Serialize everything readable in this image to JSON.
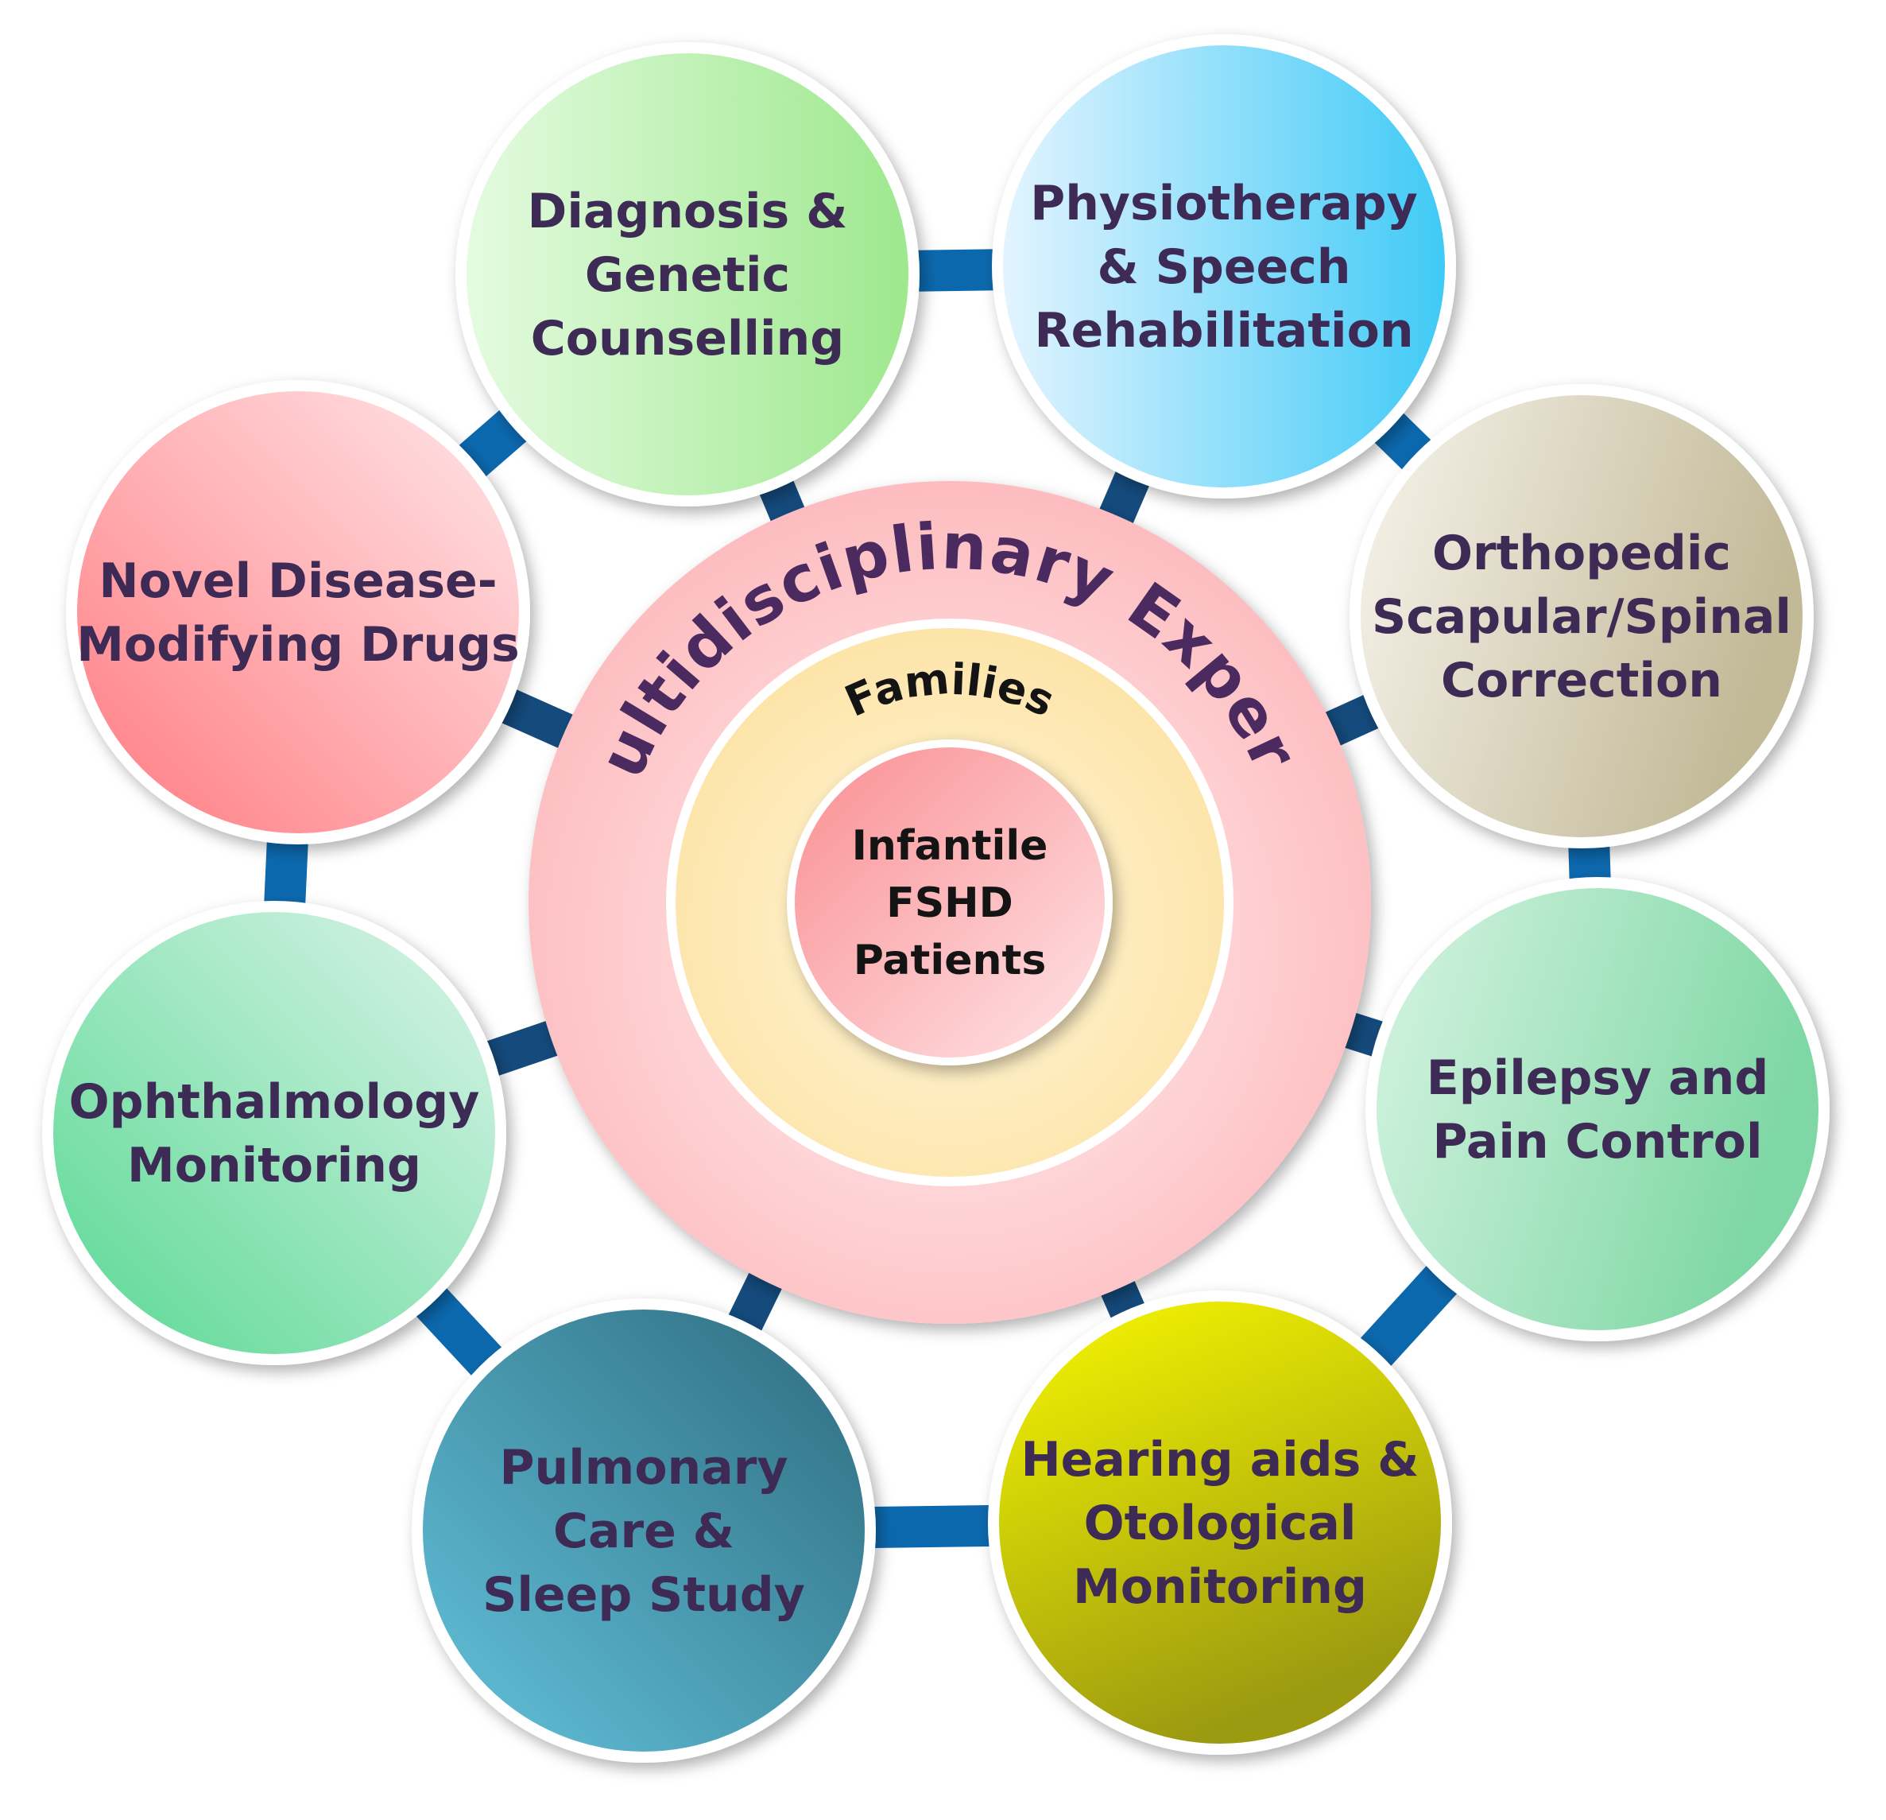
{
  "center": {
    "outer_ring_label": "Multidisciplinary Experts",
    "middle_ring_label": "Families",
    "core_lines": [
      "Infantile",
      "FSHD",
      "Patients"
    ]
  },
  "satellites": [
    {
      "id": "diagnosis",
      "lines": [
        "Diagnosis &",
        "Genetic",
        "Counselling"
      ],
      "colors": [
        "#e4fbe0",
        "#9ee88e"
      ]
    },
    {
      "id": "physiotherapy",
      "lines": [
        "Physiotherapy",
        "& Speech",
        "Rehabilitation"
      ],
      "colors": [
        "#e3f4ff",
        "#3fcaf6"
      ]
    },
    {
      "id": "orthopedic",
      "lines": [
        "Orthopedic",
        "Scapular/Spinal",
        "Correction"
      ],
      "colors": [
        "#f7f4ec",
        "#c2b997"
      ]
    },
    {
      "id": "epilepsy",
      "lines": [
        "Epilepsy and",
        "Pain Control"
      ],
      "colors": [
        "#d6f4e2",
        "#7ed7a4"
      ]
    },
    {
      "id": "hearing",
      "lines": [
        "Hearing aids &",
        "Otological",
        "Monitoring"
      ],
      "colors": [
        "#f8f800",
        "#9c9a10"
      ]
    },
    {
      "id": "pulmonary",
      "lines": [
        "Pulmonary",
        "Care &",
        "Sleep Study"
      ],
      "colors": [
        "#62c3dc",
        "#2e6b7e"
      ]
    },
    {
      "id": "ophthalmology",
      "lines": [
        "Ophthalmology",
        "Monitoring"
      ],
      "colors": [
        "#58d892",
        "#dcf4ea"
      ]
    },
    {
      "id": "novel-drugs",
      "lines": [
        "Novel Disease-",
        "Modifying Drugs"
      ],
      "colors": [
        "#ff7a80",
        "#ffe8ea"
      ]
    }
  ],
  "colors": {
    "connector": "#0c68ad",
    "connector_dark": "#144a7c",
    "outer_ring": "#fdbcbf",
    "middle_ring": "#fde4a8",
    "core": "#f98e92",
    "satellite_text": "#3d2a55"
  }
}
